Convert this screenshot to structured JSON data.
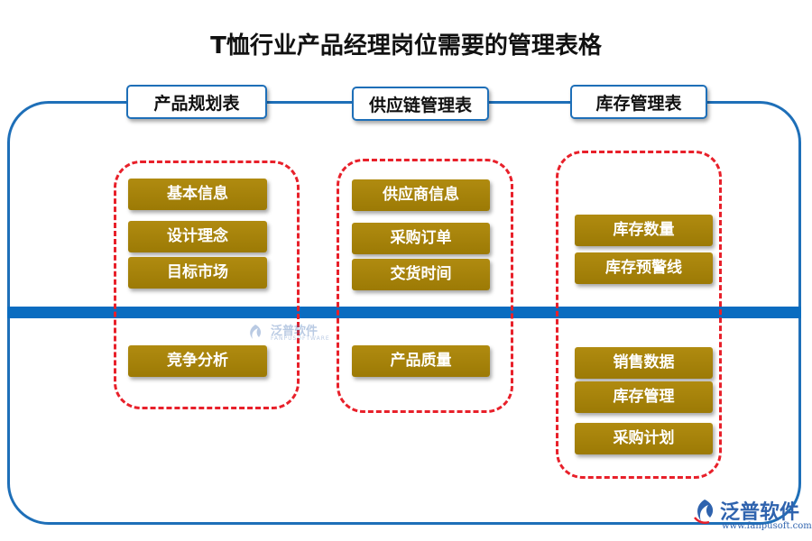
{
  "title": "T恤行业产品经理岗位需要的管理表格",
  "columns": [
    {
      "header": "产品规划表",
      "items": [
        "基本信息",
        "设计理念",
        "目标市场",
        "竞争分析"
      ]
    },
    {
      "header": "供应链管理表",
      "items": [
        "供应商信息",
        "采购订单",
        "交货时间",
        "产品质量"
      ]
    },
    {
      "header": "库存管理表",
      "items": [
        "库存数量",
        "库存预警线",
        "销售数据",
        "库存管理",
        "采购计划"
      ]
    }
  ],
  "watermark": {
    "name": "泛普软件",
    "sub": "FANPUSOFTWARE"
  },
  "logo": {
    "name": "泛普软件",
    "url": "www.fanpusoft.com"
  },
  "colors": {
    "frame": "#1e6fb8",
    "divider": "#0a6cc0",
    "item_bg": "#a8840c",
    "dash": "#e8202a"
  }
}
